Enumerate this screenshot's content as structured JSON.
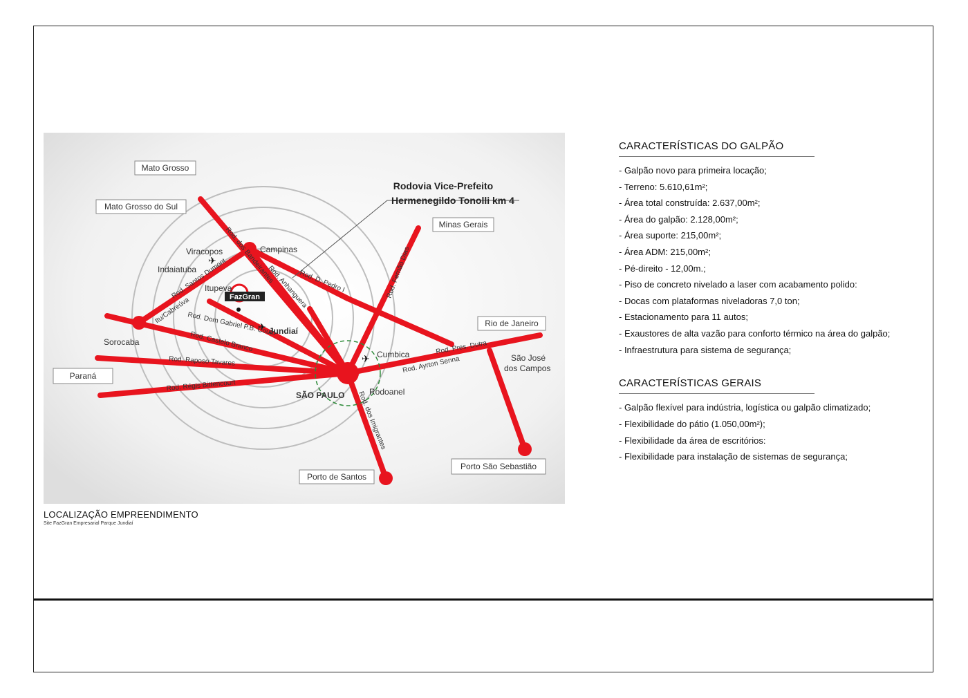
{
  "map": {
    "highlight": {
      "line1": "Rodovia Vice-Prefeito",
      "line2": "Hermenegildo Tonolli km 4"
    },
    "logo_text": "FazGran",
    "states": {
      "mato_grosso": "Mato Grosso",
      "mato_grosso_do_sul": "Mato Grosso do Sul",
      "minas_gerais": "Minas Gerais",
      "rio_de_janeiro": "Rio de Janeiro",
      "parana": "Paraná",
      "porto_santos": "Porto de Santos",
      "porto_sao_sebastiao": "Porto São Sebastião"
    },
    "cities": {
      "viracopos": "Viracopos",
      "campinas": "Campinas",
      "indaiatuba": "Indaiatuba",
      "itupeva": "Itupeva",
      "jundiai": "Jundiaí",
      "sorocaba": "Sorocaba",
      "sao_paulo": "SÃO PAULO",
      "cumbica": "Cumbica",
      "sao_jose_1": "São José",
      "sao_jose_2": "dos Campos",
      "rodoanel": "Rodoanel"
    },
    "roads": {
      "bandeirantes": "Rod. dos Bandeirantes",
      "santos_dumont": "Rod. Santos Dumont",
      "anhanguera": "Rod. Anhanguera",
      "d_pedro": "Rod. D. Pedro I",
      "fernao_dias": "Rod. Fernão Dias",
      "itu_cabreuva": "Itu/Cabreúva",
      "dom_gabriel": "Rod. Dom Gabriel P.B. Couto",
      "castelo_branco": "Rod. Castelo Branco",
      "raposo_tavares": "Rod. Raposo Tavares",
      "regis": "Rod. Régis Bittencourt",
      "pres_dutra": "Rod. Pres. Dutra",
      "ayrton_senna": "Rod. Ayrton Senna",
      "imigrantes": "Rod. dos Imigrantes"
    },
    "colors": {
      "road": "#e8141e",
      "ring": "#bdbdbd",
      "rodoanel": "#2e8b3a"
    }
  },
  "caption": {
    "title": "LOCALIZAÇÃO EMPREENDIMENTO",
    "subtitle": "Site FazGran Empresarial Parque Jundiaí"
  },
  "galpao": {
    "title": "CARACTERÍSTICAS DO GALPÃO",
    "items": [
      "- Galpão novo para primeira locação;",
      "- Terreno: 5.610,61m²;",
      "- Área total construída: 2.637,00m²;",
      "- Área do galpão: 2.128,00m²;",
      "- Área suporte: 215,00m²;",
      "- Área ADM: 215,00m²;",
      "- Pé-direito - 12,00m.;",
      "- Piso de concreto nivelado a laser com acabamento polido:",
      "- Docas com plataformas niveladoras 7,0 ton;",
      "- Estacionamento para 11 autos;",
      "- Exaustores de alta vazão para conforto térmico na área do galpão;",
      "- Infraestrutura para sistema de segurança;"
    ]
  },
  "gerais": {
    "title": "CARACTERÍSTICAS GERAIS",
    "items": [
      "- Galpão flexível para indústria, logística ou galpão climatizado;",
      "- Flexibilidade do pátio (1.050,00m²);",
      "- Flexibilidade da área de escritórios:",
      "- Flexibilidade para instalação de sistemas de segurança;"
    ]
  }
}
